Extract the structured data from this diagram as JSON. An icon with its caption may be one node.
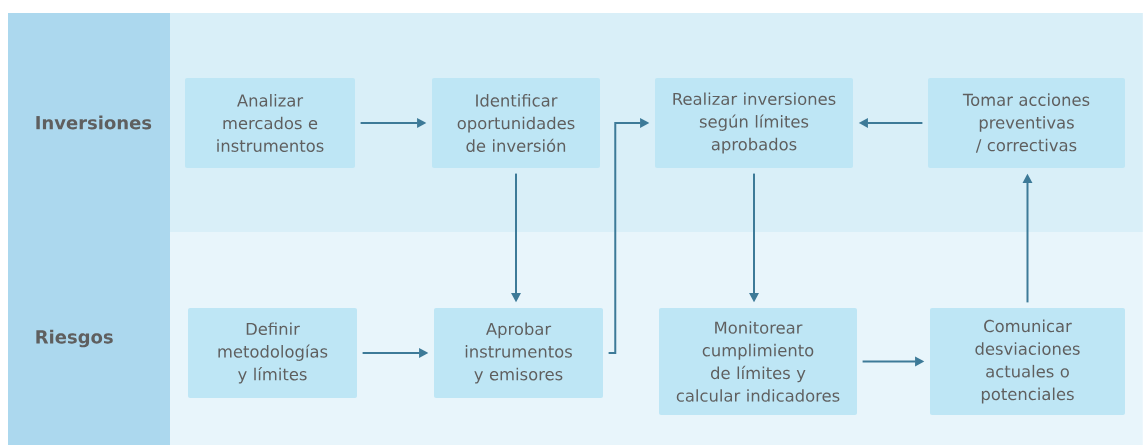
{
  "diagram": {
    "nodes": [
      {
        "text": [
          "Inversiones"
        ]
      },
      {
        "text": [
          "Riesgos"
        ]
      },
      {
        "text": [
          "Analizar mercados e instrumentos"
        ],
        "in": 0
      },
      {
        "text": [
          "Identificar oportunidades de inversión"
        ],
        "in": 0
      },
      {
        "text": [
          "Realizar inversiones según límites aprobados"
        ],
        "in": 0
      },
      {
        "text": [
          "Tomar acciones preventivas / correctivas"
        ],
        "in": 0
      },
      {
        "text": [
          "Definir metodologías y límites"
        ],
        "in": 1
      },
      {
        "text": [
          "Aprobar instrumentos y emisores"
        ],
        "in": 1
      },
      {
        "text": [
          "Monitorear cumplimiento de límites y calcular indicadores"
        ],
        "in": 1
      },
      {
        "text": [
          "Comunicar desviaciones actuales o potenciales"
        ],
        "in": 1
      }
    ],
    "edges": [
      {
        "from": 2,
        "to": 3,
        "arrow": "to"
      },
      {
        "from": 3,
        "to": 7,
        "arrow": "to"
      },
      {
        "from": 6,
        "to": 7,
        "arrow": "to"
      },
      {
        "from": 7,
        "to": 4,
        "arrow": "to"
      },
      {
        "from": 4,
        "to": 8,
        "arrow": "to"
      },
      {
        "from": 8,
        "to": 9,
        "arrow": "to"
      },
      {
        "from": 9,
        "to": 5,
        "arrow": "to"
      },
      {
        "from": 5,
        "to": 4,
        "arrow": "to"
      }
    ]
  }
}
